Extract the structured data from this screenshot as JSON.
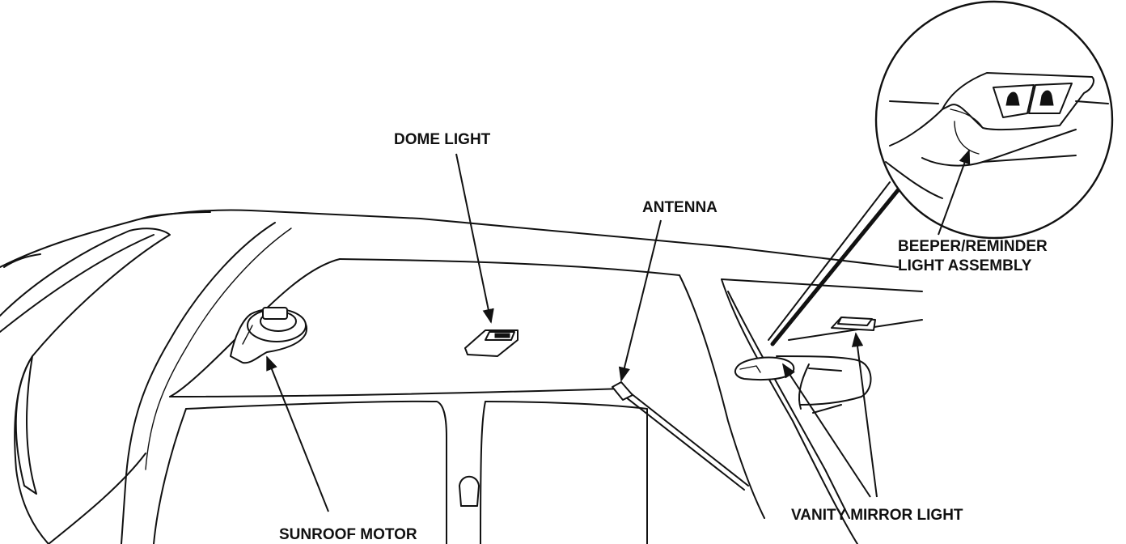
{
  "labels": {
    "dome_light": "DOME LIGHT",
    "antenna": "ANTENNA",
    "beeper_line1": "BEEPER/REMINDER",
    "beeper_line2": "LIGHT ASSEMBLY",
    "vanity": "VANITY MIRROR LIGHT",
    "sunroof": "SUNROOF MOTOR"
  }
}
